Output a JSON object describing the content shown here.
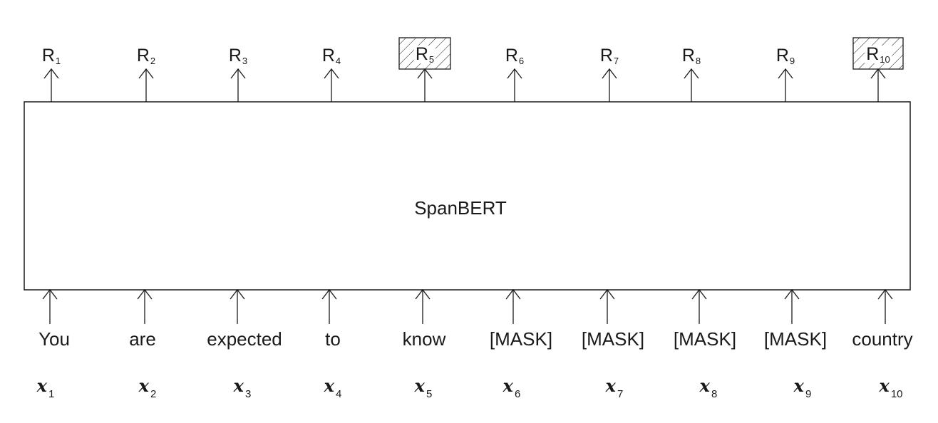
{
  "model_name": "SpanBERT",
  "outputs": [
    {
      "label": "R",
      "sub": "1",
      "masked": false
    },
    {
      "label": "R",
      "sub": "2",
      "masked": false
    },
    {
      "label": "R",
      "sub": "3",
      "masked": false
    },
    {
      "label": "R",
      "sub": "4",
      "masked": false
    },
    {
      "label": "R",
      "sub": "5",
      "masked": true
    },
    {
      "label": "R",
      "sub": "6",
      "masked": false
    },
    {
      "label": "R",
      "sub": "7",
      "masked": false
    },
    {
      "label": "R",
      "sub": "8",
      "masked": false
    },
    {
      "label": "R",
      "sub": "9",
      "masked": false
    },
    {
      "label": "R",
      "sub": "10",
      "masked": true
    }
  ],
  "tokens": [
    "You",
    "are",
    "expected",
    "to",
    "know",
    "[MASK]",
    "[MASK]",
    "[MASK]",
    "[MASK]",
    "country"
  ],
  "variables": [
    {
      "label": "x",
      "sub": "1"
    },
    {
      "label": "x",
      "sub": "2"
    },
    {
      "label": "x",
      "sub": "3"
    },
    {
      "label": "x",
      "sub": "4"
    },
    {
      "label": "x",
      "sub": "5"
    },
    {
      "label": "x",
      "sub": "6"
    },
    {
      "label": "x",
      "sub": "7"
    },
    {
      "label": "x",
      "sub": "8"
    },
    {
      "label": "x",
      "sub": "9"
    },
    {
      "label": "x",
      "sub": "10"
    }
  ],
  "colors": {
    "ink": "#1a1a1a",
    "background": "#ffffff"
  }
}
